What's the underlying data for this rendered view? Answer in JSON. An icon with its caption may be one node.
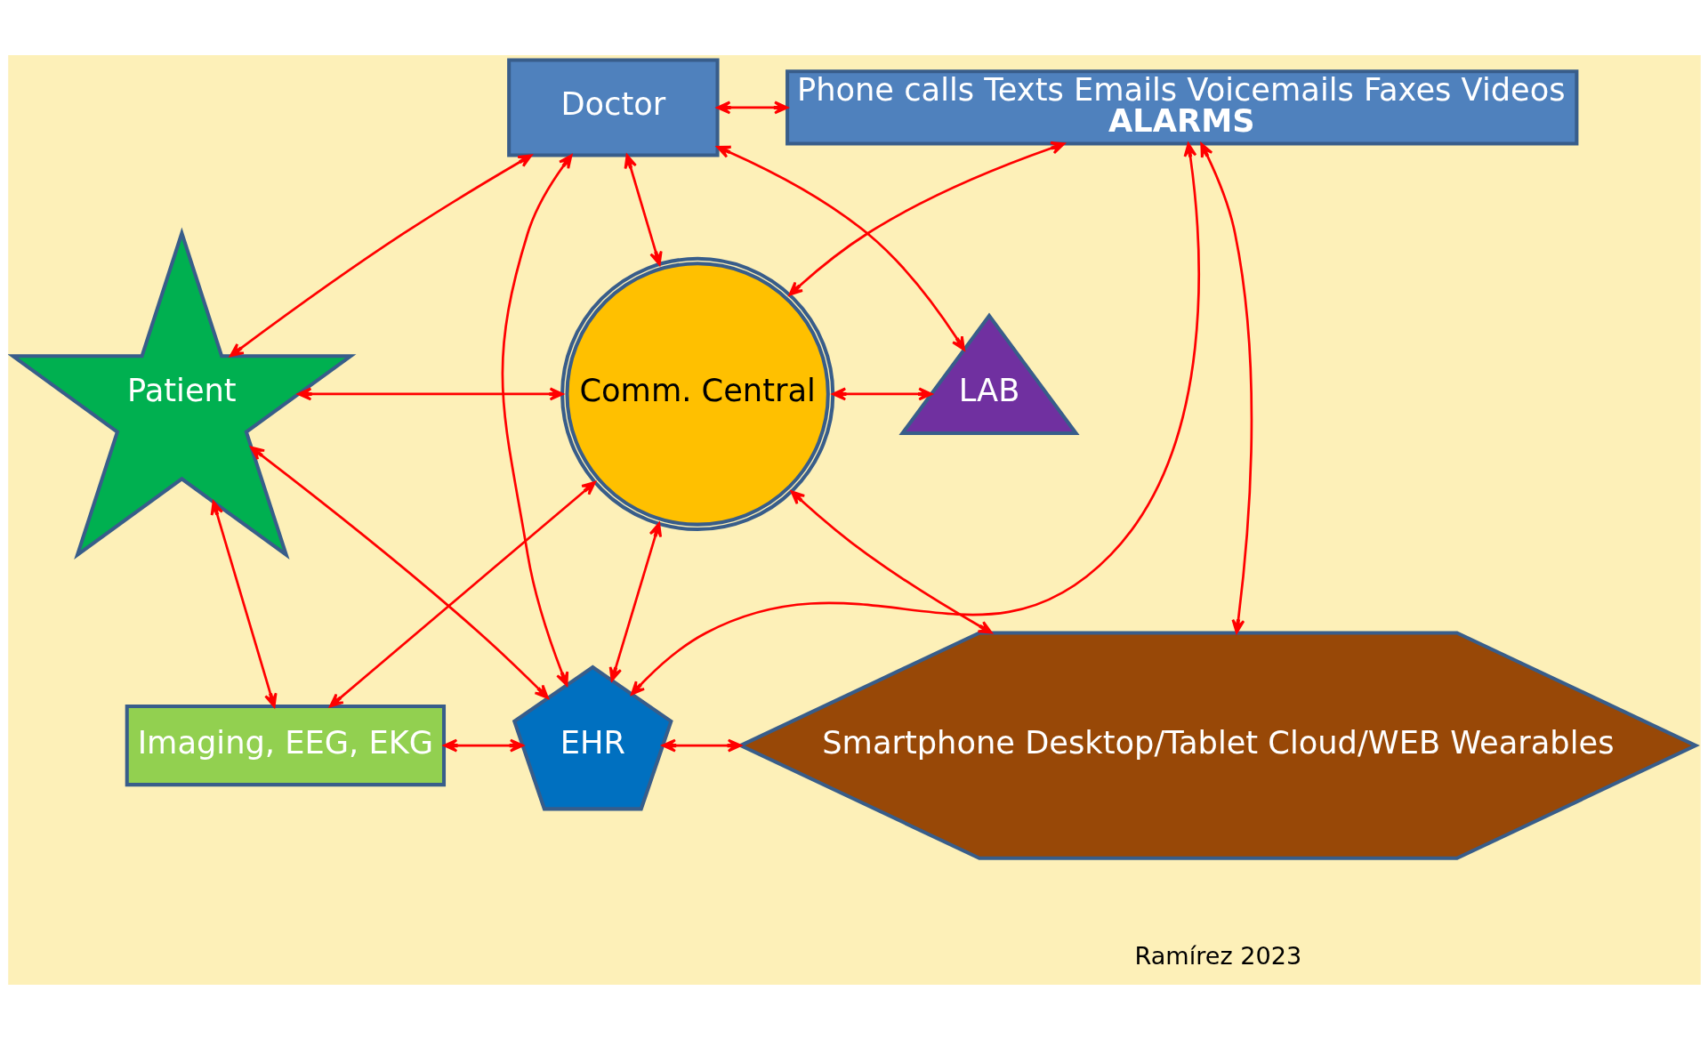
{
  "diagram": {
    "nodes": [
      {
        "text": [
          "Doctor"
        ]
      },
      {
        "text": [
          "Phone calls Texts Emails Voicemails Faxes Videos",
          "ALARMS"
        ]
      },
      {
        "text": [
          "LAB"
        ]
      },
      {
        "text": [
          "Comm. Central"
        ]
      },
      {
        "text": [
          "Patient"
        ]
      },
      {
        "text": [
          "Smartphone Desktop/Tablet Cloud/WEB Wearables"
        ]
      },
      {
        "text": [
          "EHR"
        ]
      },
      {
        "text": [
          "Imaging, EEG, EKG"
        ]
      }
    ],
    "edges": [
      {
        "from": 0,
        "to": 1,
        "arrow": "both"
      },
      {
        "from": 0,
        "to": 2,
        "arrow": "both"
      },
      {
        "from": 0,
        "to": 3,
        "arrow": "both"
      },
      {
        "from": 0,
        "to": 4,
        "arrow": "both"
      },
      {
        "from": 0,
        "to": 6,
        "arrow": "both"
      },
      {
        "from": 3,
        "to": 2,
        "arrow": "both"
      },
      {
        "from": 3,
        "to": 1,
        "arrow": "both"
      },
      {
        "from": 4,
        "to": 3,
        "arrow": "both"
      },
      {
        "from": 3,
        "to": 5,
        "arrow": "both"
      },
      {
        "from": 3,
        "to": 6,
        "arrow": "both"
      },
      {
        "from": 3,
        "to": 7,
        "arrow": "both"
      },
      {
        "from": 1,
        "to": 5,
        "arrow": "both"
      },
      {
        "from": 1,
        "to": 6,
        "arrow": "both"
      },
      {
        "from": 4,
        "to": 7,
        "arrow": "both"
      },
      {
        "from": 4,
        "to": 6,
        "arrow": "both"
      },
      {
        "from": 7,
        "to": 6,
        "arrow": "both"
      },
      {
        "from": 6,
        "to": 5,
        "arrow": "both"
      }
    ],
    "labels": [
      "Ramírez 2023"
    ]
  }
}
